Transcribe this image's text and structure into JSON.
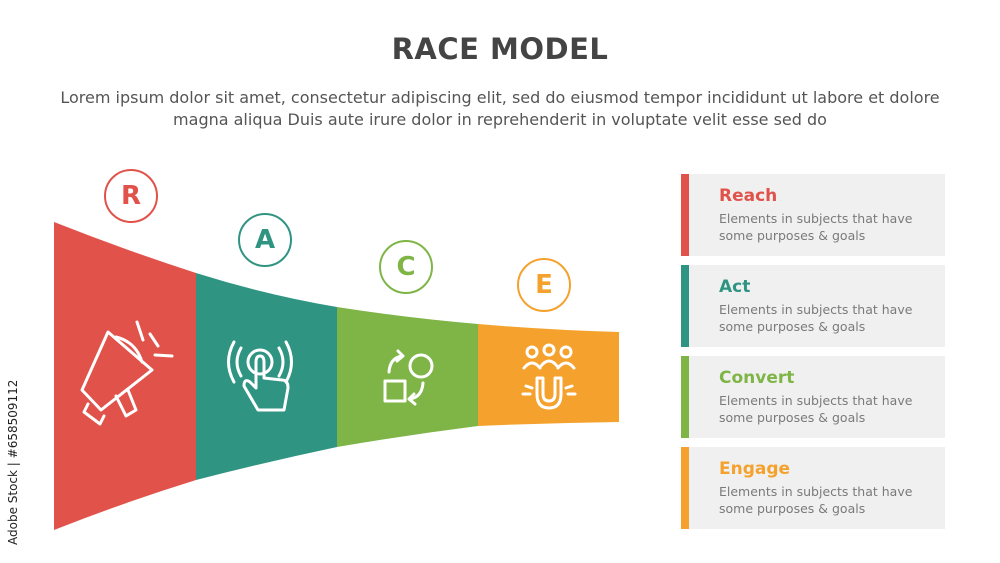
{
  "header": {
    "title": "RACE MODEL",
    "subtitle": "Lorem ipsum dolor sit amet, consectetur adipiscing elit, sed do eiusmod tempor incididunt ut labore et dolore magna aliqua Duis aute irure dolor in reprehenderit in voluptate velit esse sed do"
  },
  "stages": [
    {
      "letter": "R",
      "name": "Reach",
      "desc": "Elements in subjects that have some purposes & goals",
      "color": "#e0524a",
      "icon": "megaphone-icon"
    },
    {
      "letter": "A",
      "name": "Act",
      "desc": "Elements in subjects that have some purposes & goals",
      "color": "#2f9482",
      "icon": "touch-hand-icon"
    },
    {
      "letter": "C",
      "name": "Convert",
      "desc": "Elements in subjects that have some purposes & goals",
      "color": "#7eb546",
      "icon": "shapes-convert-icon"
    },
    {
      "letter": "E",
      "name": "Engage",
      "desc": "Elements in subjects that have some purposes & goals",
      "color": "#f4a22d",
      "icon": "magnet-people-icon"
    }
  ],
  "watermark": {
    "stock_id": "Adobe Stock | #658509112"
  }
}
